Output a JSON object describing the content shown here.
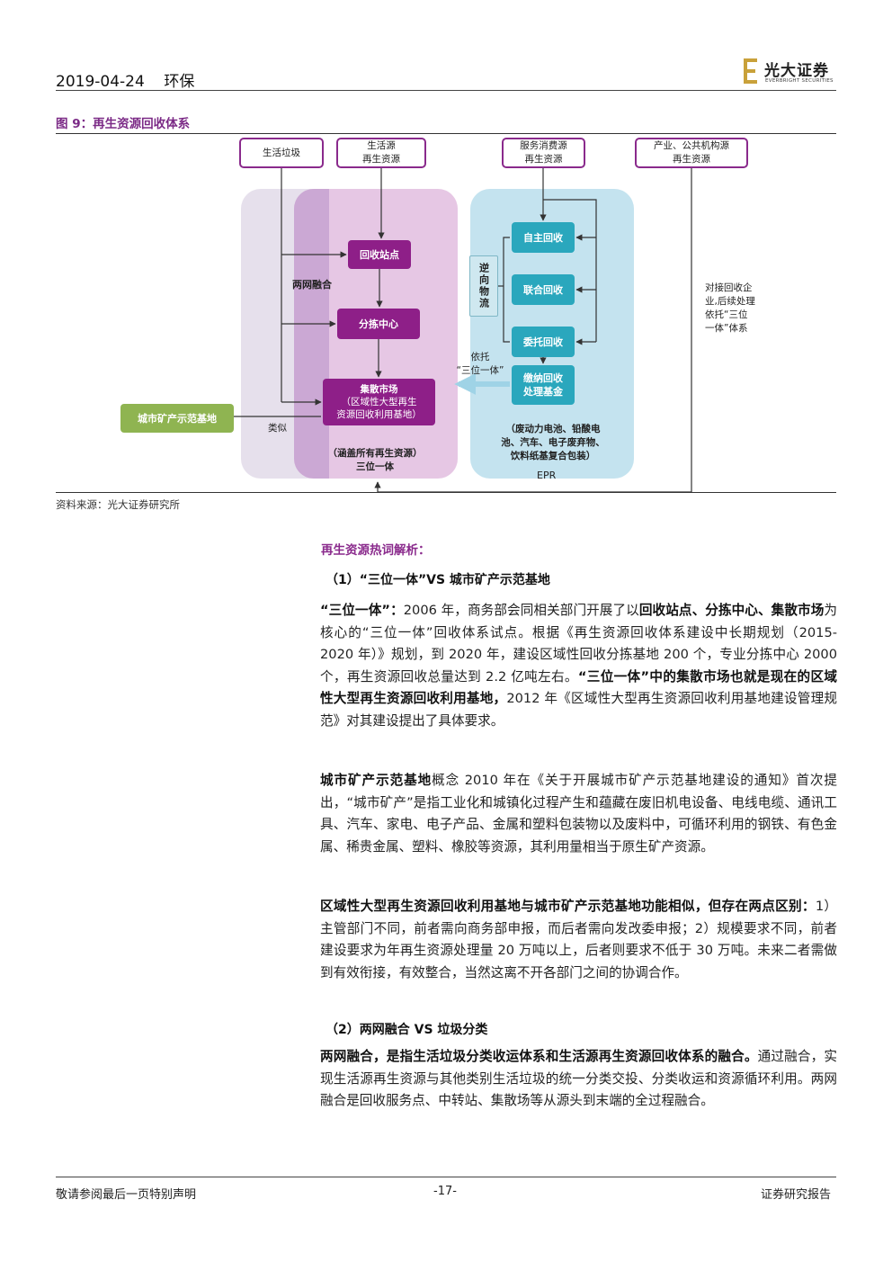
{
  "header": {
    "date": "2019-04-24",
    "sector": "环保",
    "logo_cn": "光大证券",
    "logo_en": "EVERBRIGHT SECURITIES"
  },
  "figure": {
    "title": "图 9：再生资源回收体系",
    "source": "资料来源：光大证券研究所",
    "sources": [
      "生活垃圾",
      "生活源\n再生资源",
      "服务消费源\n再生资源",
      "产业、公共机构源\n再生资源"
    ],
    "nodes": {
      "hszd": "回收站点",
      "fjzx": "分拣中心",
      "jssc_title": "集散市场",
      "jssc_sub": "（区域性大型再生\n资源回收利用基地）",
      "zzhs": "自主回收",
      "lhhs": "联合回收",
      "wths": "委托回收",
      "jnhs": "缴纳回收\n处理基金",
      "nxwl": "逆向物流",
      "csks": "城市矿产示范基地"
    },
    "labels": {
      "lwfh": "两网融合",
      "swyt": "（涵盖所有再生资源）\n三位一体",
      "epr": "（废动力电池、铅酸电\n池、汽车、电子废弃物、\n饮料纸基复合包装）",
      "epr_tag": "EPR",
      "yituo": "依托\n“三位一体”",
      "leisi": "类似",
      "right_note": "对接回收企\n业,后续处理\n依托“三位\n一体”体系"
    },
    "colors": {
      "purple_box": "#8e1f88",
      "teal_box": "#2aa7bd",
      "green_box": "#8fb451",
      "lilac_region": "#e5c4e3",
      "grey_region": "#e6e0ec",
      "blue_region": "#c4e3ef"
    }
  },
  "article": {
    "section_title": "再生资源热词解析：",
    "h1": "（1）“三位一体”VS 城市矿产示范基地",
    "p1": [
      {
        "b": true,
        "t": "“三位一体”："
      },
      {
        "b": false,
        "t": "2006 年，商务部会同相关部门开展了以"
      },
      {
        "b": true,
        "t": "回收站点、分拣中心、集散市场"
      },
      {
        "b": false,
        "t": "为核心的“三位一体”回收体系试点。根据《再生资源回收体系建设中长期规划（2015-2020 年）》规划，到 2020 年，建设区域性回收分拣基地 200 个，专业分拣中心 2000 个，再生资源回收总量达到 2.2 亿吨左右。"
      },
      {
        "b": true,
        "t": "“三位一体”中的集散市场也就是现在的区域性大型再生资源回收利用基地，"
      },
      {
        "b": false,
        "t": "2012 年《区域性大型再生资源回收利用基地建设管理规范》对其建设提出了具体要求。"
      }
    ],
    "p2": [
      {
        "b": true,
        "t": "城市矿产示范基地"
      },
      {
        "b": false,
        "t": "概念 2010 年在《关于开展城市矿产示范基地建设的通知》首次提出，“城市矿产”是指工业化和城镇化过程产生和蕴藏在废旧机电设备、电线电缆、通讯工具、汽车、家电、电子产品、金属和塑料包装物以及废料中，可循环利用的钢铁、有色金属、稀贵金属、塑料、橡胶等资源，其利用量相当于原生矿产资源。"
      }
    ],
    "p3": [
      {
        "b": true,
        "t": "区域性大型再生资源回收利用基地与城市矿产示范基地功能相似，但存在两点区别："
      },
      {
        "b": false,
        "t": "1）主管部门不同，前者需向商务部申报，而后者需向发改委申报；2）规模要求不同，前者建设要求为年再生资源处理量 20 万吨以上，后者则要求不低于 30 万吨。未来二者需做到有效衔接，有效整合，当然这离不开各部门之间的协调合作。"
      }
    ],
    "h2": "（2）两网融合 VS 垃圾分类",
    "p4": [
      {
        "b": true,
        "t": "两网融合，是指生活垃圾分类收运体系和生活源再生资源回收体系的融合。"
      },
      {
        "b": false,
        "t": "通过融合，实现生活源再生资源与其他类别生活垃圾的统一分类交投、分类收运和资源循环利用。两网融合是回收服务点、中转站、集散场等从源头到末端的全过程融合。"
      }
    ]
  },
  "footer": {
    "left": "敬请参阅最后一页特别声明",
    "page": "-17-",
    "right": "证券研究报告"
  }
}
